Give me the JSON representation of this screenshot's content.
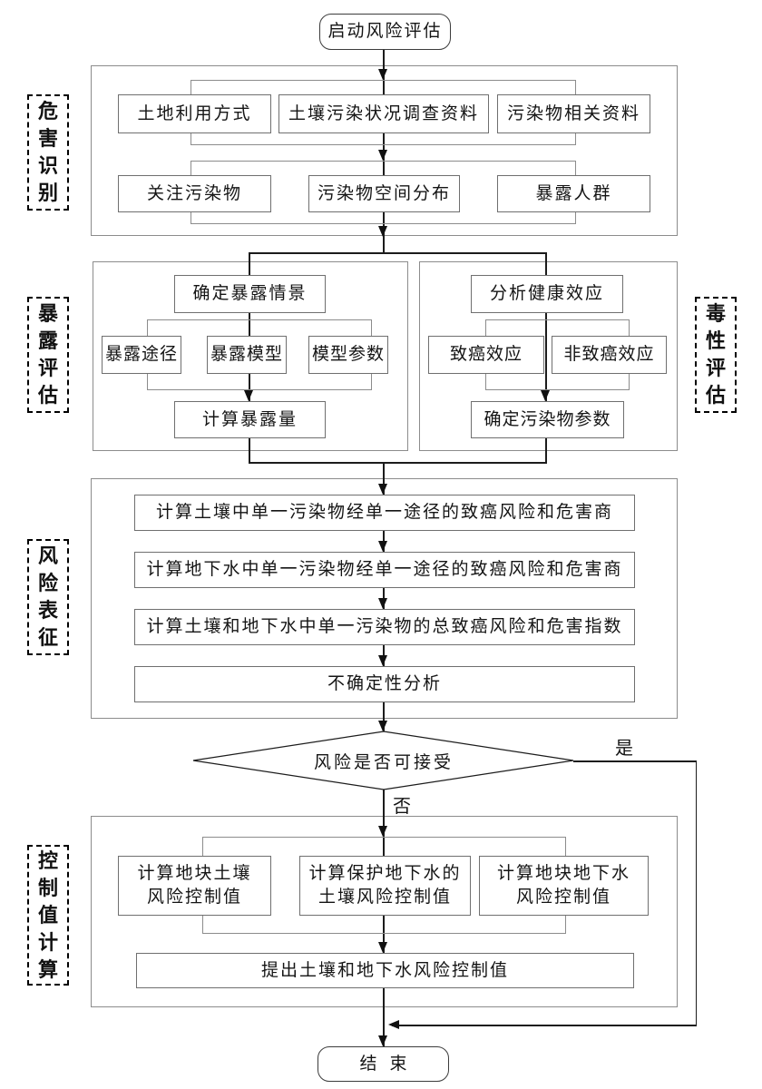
{
  "flow": {
    "start": "启动风险评估",
    "end": "结束",
    "decision": {
      "label": "风险是否可接受",
      "yes_label": "是",
      "no_label": "否"
    },
    "hazard": {
      "stage_label": "危害识别",
      "row1": [
        "土地利用方式",
        "土壤污染状况调查资料",
        "污染物相关资料"
      ],
      "row2": [
        "关注污染物",
        "污染物空间分布",
        "暴露人群"
      ]
    },
    "exposure": {
      "stage_label": "暴露评估",
      "top": "确定暴露情景",
      "items": [
        "暴露途径",
        "暴露模型",
        "模型参数"
      ],
      "bottom": "计算暴露量"
    },
    "toxicity": {
      "stage_label": "毒性评估",
      "top": "分析健康效应",
      "items": [
        "致癌效应",
        "非致癌效应"
      ],
      "bottom": "确定污染物参数"
    },
    "characterization": {
      "stage_label": "风险表征",
      "rows": [
        "计算土壤中单一污染物经单一途径的致癌风险和危害商",
        "计算地下水中单一污染物经单一途径的致癌风险和危害商",
        "计算土壤和地下水中单一污染物的总致癌风险和危害指数",
        "不确定性分析"
      ]
    },
    "control": {
      "stage_label": "控制值计算",
      "boxes": [
        {
          "line1": "计算地块土壤",
          "line2": "风险控制值"
        },
        {
          "line1": "计算保护地下水的",
          "line2": "土壤风险控制值"
        },
        {
          "line1": "计算地块地下水",
          "line2": "风险控制值"
        }
      ],
      "bottom": "提出土壤和地下水风险控制值"
    },
    "colors": {
      "line": "#1c1c1c",
      "frame": "#8c8c8c",
      "box_border": "#6f6f6f",
      "background": "#ffffff"
    }
  }
}
